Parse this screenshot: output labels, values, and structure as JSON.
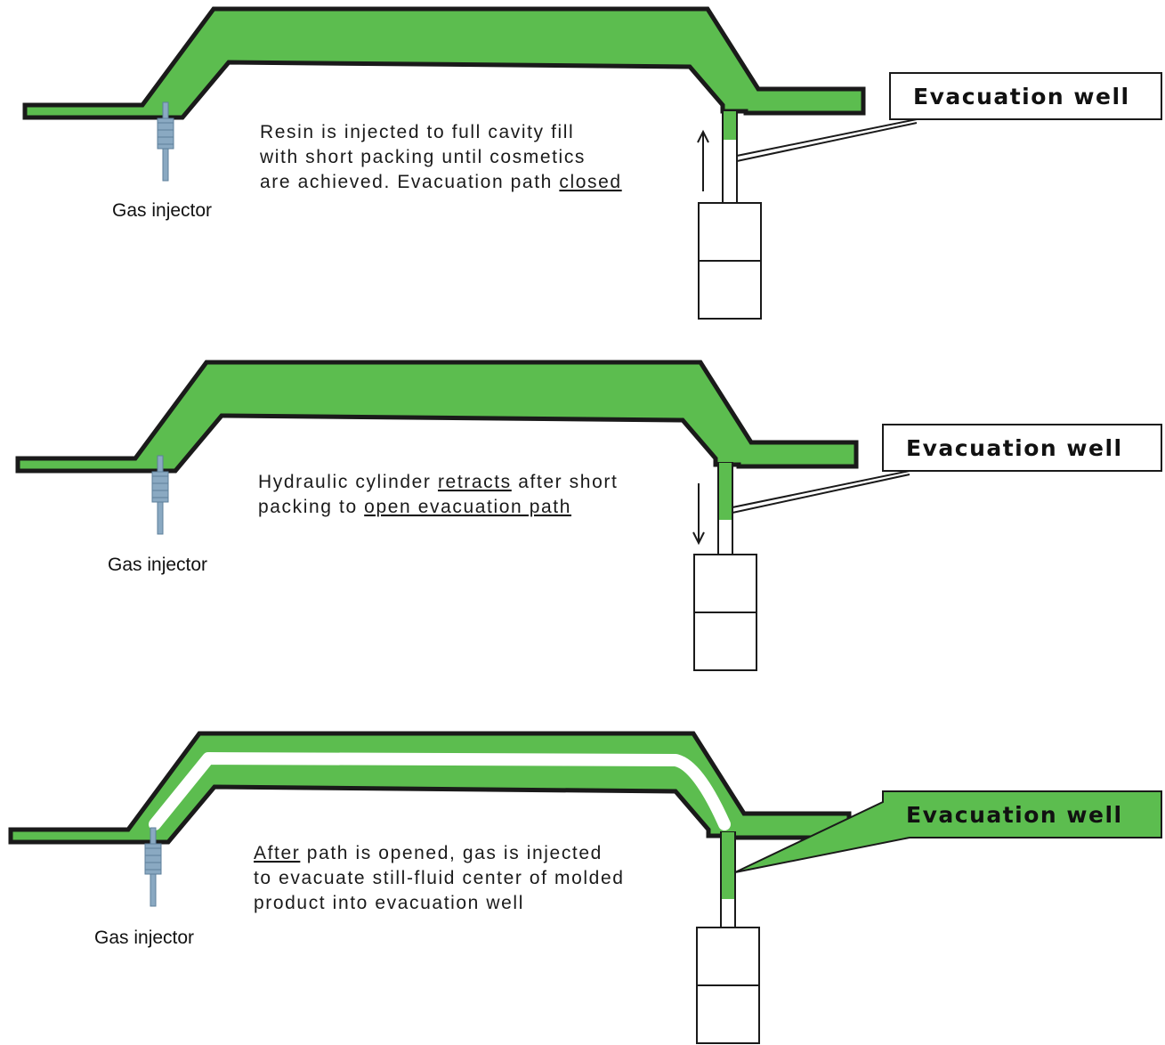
{
  "colors": {
    "resin": "#5cbd4f",
    "mold_outline": "#1a1a1a",
    "gas_path": "#ffffff",
    "injector": "#8aa9c2"
  },
  "panels": [
    {
      "step": 1,
      "callout": "Evacuation well",
      "callout_filled": false,
      "injector_label": "Gas injector",
      "caption_lines": [
        [
          "Resin is injected to full cavity fill"
        ],
        [
          "with short packing until cosmetics"
        ],
        [
          "are achieved. Evacuation path ",
          {
            "u": "closed"
          }
        ]
      ],
      "arrow": "up",
      "gas_cored": false,
      "well_filled": true
    },
    {
      "step": 2,
      "callout": "Evacuation well",
      "callout_filled": false,
      "injector_label": "Gas injector",
      "caption_lines": [
        [
          "Hydraulic cylinder ",
          {
            "u": "retracts"
          },
          " after short"
        ],
        [
          "packing to ",
          {
            "u": "open evacuation path"
          }
        ]
      ],
      "arrow": "down",
      "gas_cored": false,
      "well_filled": true
    },
    {
      "step": 3,
      "callout": "Evacuation well",
      "callout_filled": true,
      "injector_label": "Gas injector",
      "caption_lines": [
        [
          {
            "u": "After"
          },
          " path is opened, gas is injected"
        ],
        [
          "to evacuate still-fluid center of molded"
        ],
        [
          "product into evacuation well"
        ]
      ],
      "arrow": "none",
      "gas_cored": true,
      "well_filled": true
    }
  ]
}
